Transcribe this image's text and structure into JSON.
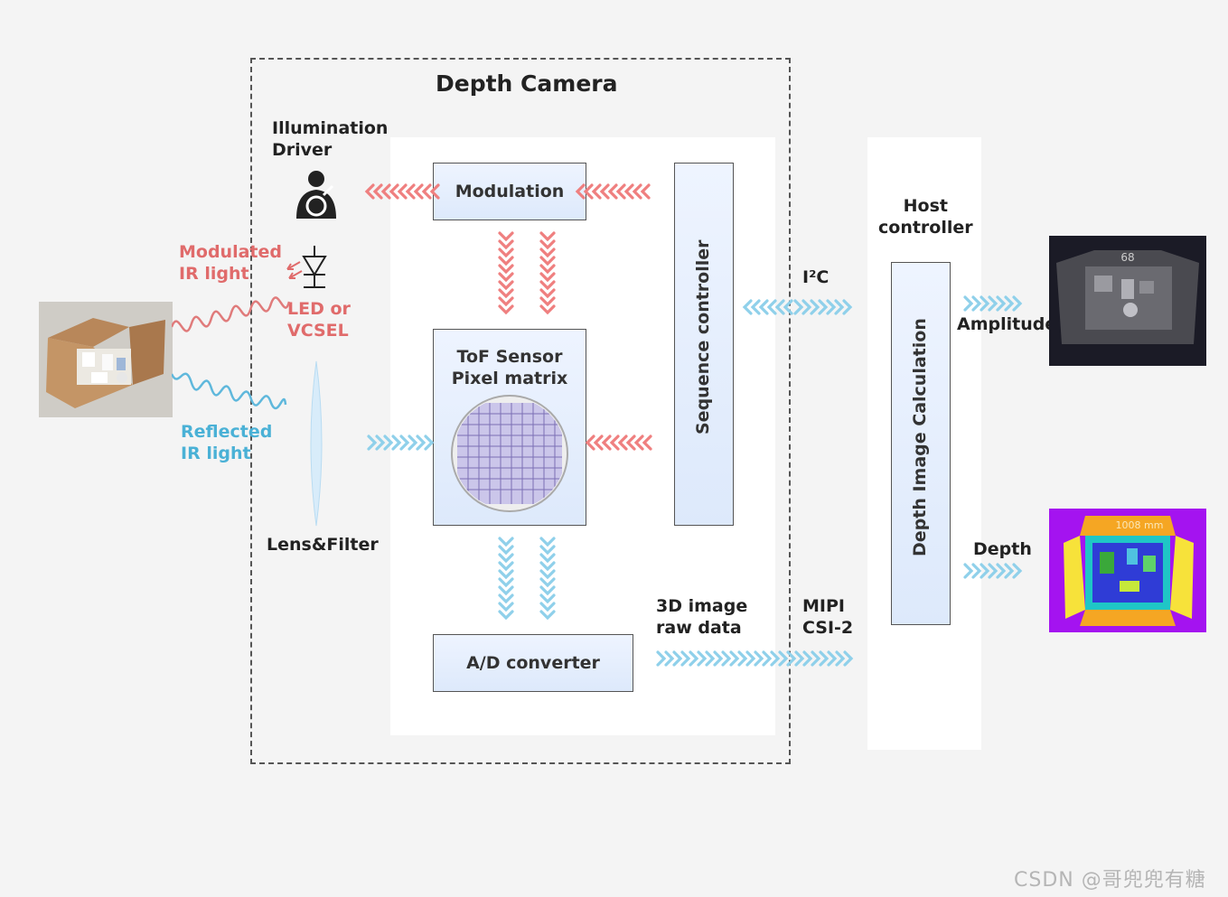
{
  "diagram": {
    "title": "Depth Camera",
    "illumination_driver": "Illumination\nDriver",
    "modulated_ir": "Modulated\nIR light",
    "led_vcsel": "LED or\nVCSEL",
    "reflected_ir": "Reflected\nIR light",
    "lens_filter": "Lens&Filter",
    "modulation": "Modulation",
    "tof_sensor": "ToF Sensor\nPixel matrix",
    "sequence_controller": "Sequence controller",
    "ad_converter": "A/D converter",
    "raw_data": "3D image\nraw data",
    "i2c": "I²C",
    "mipi": "MIPI\nCSI-2",
    "host_controller": "Host\ncontroller",
    "depth_calc": "Depth Image Calculation",
    "amplitude": "Amplitude",
    "depth": "Depth",
    "amplitude_overlay": "68",
    "depth_overlay": "1008 mm",
    "watermark": "CSDN @哥兜兜有糖"
  },
  "colors": {
    "red_arrow": "#ef7f7f",
    "blue_arrow": "#8fd0ea",
    "block_fill": "#e3edfc",
    "depth_bg": "#a413f0"
  }
}
